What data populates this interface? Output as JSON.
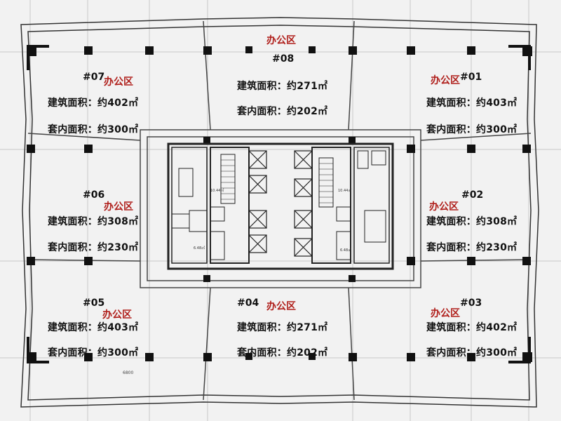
{
  "units": [
    {
      "id": "#07",
      "zone": "办公区",
      "gross": "建筑面积：约402㎡",
      "net": "套内面积：约300㎡"
    },
    {
      "id": "#08",
      "zone": "办公区",
      "gross": "建筑面积：约271㎡",
      "net": "套内面积：约202㎡"
    },
    {
      "id": "#01",
      "zone": "办公区",
      "gross": "建筑面积：约403㎡",
      "net": "套内面积：约300㎡"
    },
    {
      "id": "#06",
      "zone": "办公区",
      "gross": "建筑面积：约308㎡",
      "net": "套内面积：约230㎡"
    },
    {
      "id": "#02",
      "zone": "办公区",
      "gross": "建筑面积：约308㎡",
      "net": "套内面积：约230㎡"
    },
    {
      "id": "#05",
      "zone": "办公区",
      "gross": "建筑面积：约403㎡",
      "net": "套内面积：约300㎡"
    },
    {
      "id": "#04",
      "zone": "办公区",
      "gross": "建筑面积：约271㎡",
      "net": "套内面积：约202㎡"
    },
    {
      "id": "#03",
      "zone": "办公区",
      "gross": "建筑面积：约402㎡",
      "net": "套内面积：约300㎡"
    }
  ],
  "core_labels": {
    "left_lobby_area": "10.44㎡",
    "right_lobby_area": "10.44㎡",
    "left_small_area": "6.48㎡",
    "right_small_area": "6.48㎡"
  },
  "dimension_label": "6800",
  "colors": {
    "zone_text": "#b0201c",
    "wall": "#222222",
    "background": "#f2f2f2"
  }
}
